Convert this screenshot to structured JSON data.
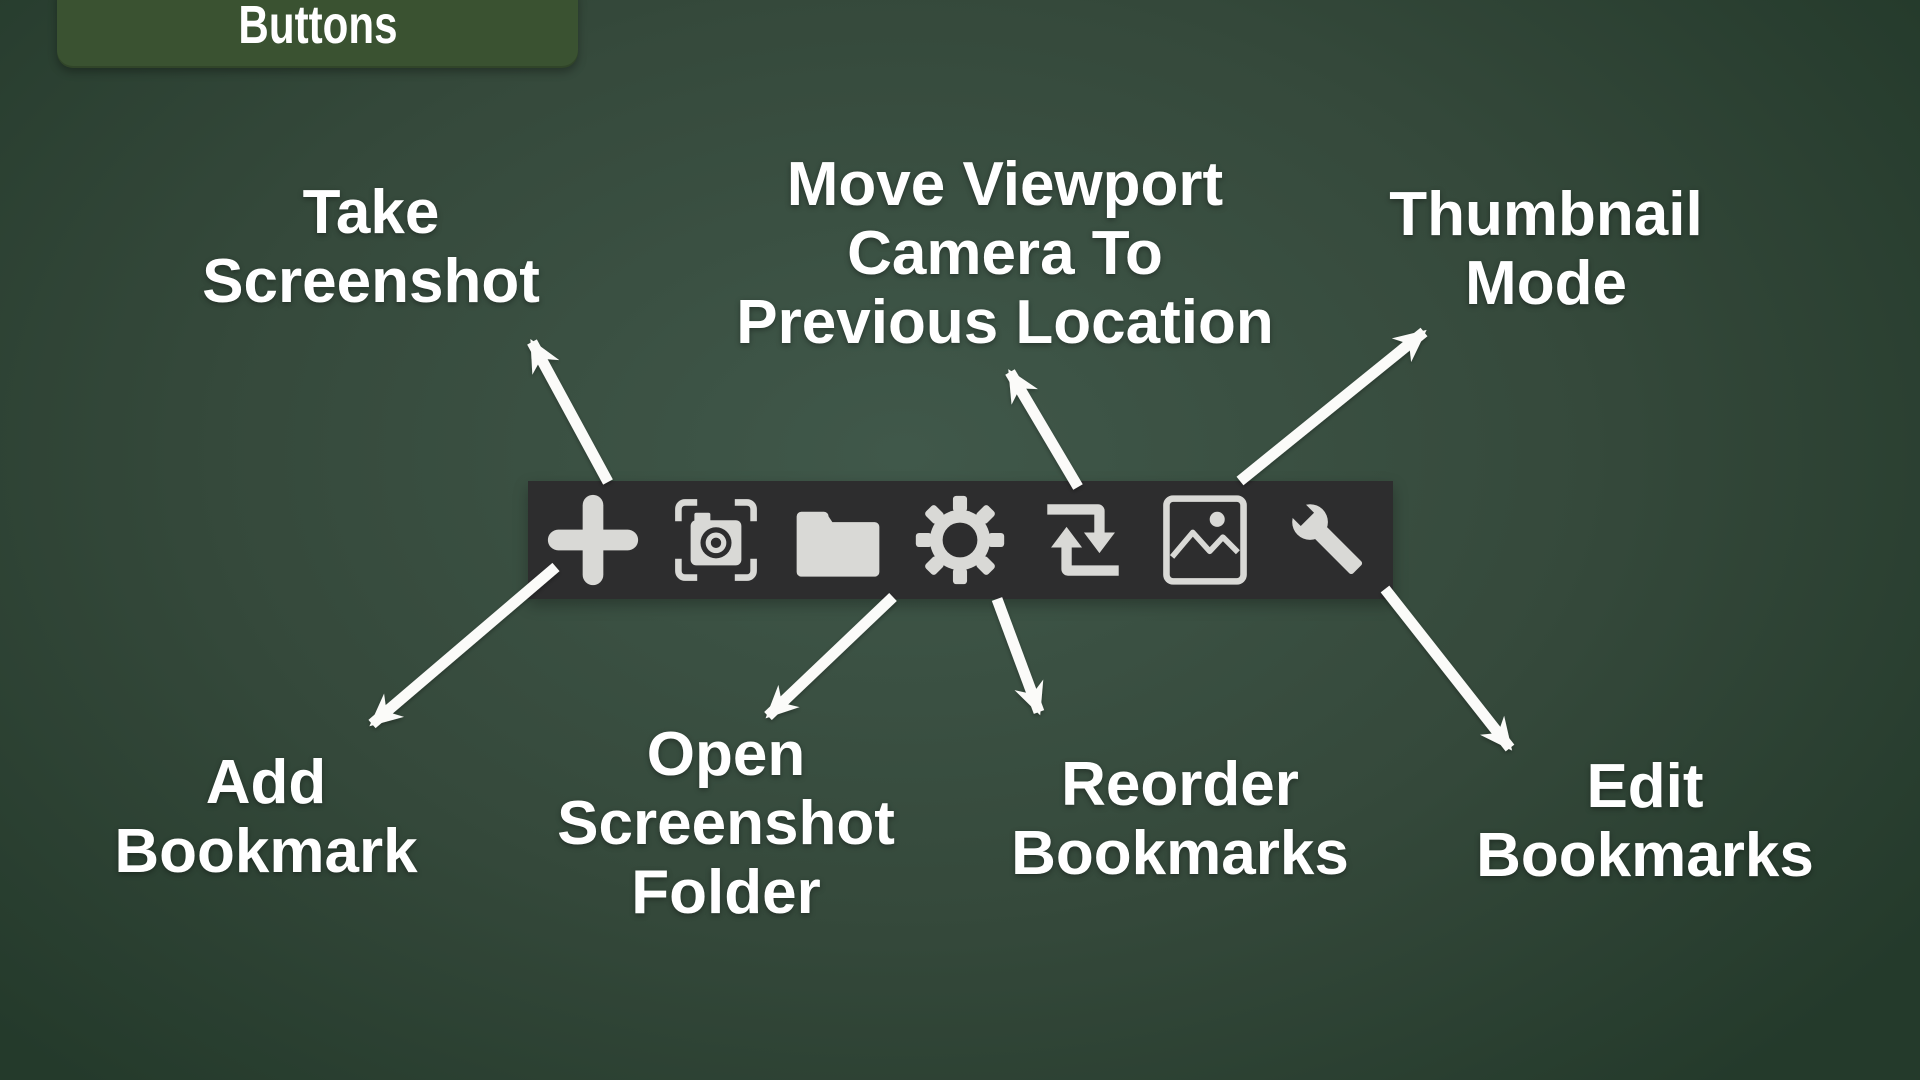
{
  "title_badge": {
    "label": "Buttons"
  },
  "theme": {
    "background_center": "#40584a",
    "background_mid": "#35493b",
    "background_edge": "#243a2b",
    "badge_green": "#3a5231",
    "toolbar_bg": "#2d2d2e",
    "icon_color": "#d9d9d6",
    "label_color": "#ffffff",
    "arrow_color": "#fbfbf9"
  },
  "toolbar": {
    "buttons": [
      {
        "name": "add-bookmark",
        "icon": "plus-icon"
      },
      {
        "name": "take-screenshot",
        "icon": "camera-icon"
      },
      {
        "name": "open-screenshot-folder",
        "icon": "folder-icon"
      },
      {
        "name": "reorder-bookmarks",
        "icon": "gear-icon"
      },
      {
        "name": "move-viewport-camera",
        "icon": "repeat-icon"
      },
      {
        "name": "thumbnail-mode",
        "icon": "image-icon"
      },
      {
        "name": "edit-bookmarks",
        "icon": "wrench-icon"
      }
    ]
  },
  "callouts": [
    {
      "id": "take-screenshot",
      "lines": [
        "Take",
        "Screenshot"
      ],
      "target": "take-screenshot-button"
    },
    {
      "id": "move-viewport",
      "lines": [
        "Move Viewport",
        "Camera To",
        "Previous Location"
      ],
      "target": "move-viewport-camera-button"
    },
    {
      "id": "thumbnail-mode",
      "lines": [
        "Thumbnail",
        "Mode"
      ],
      "target": "thumbnail-mode-button"
    },
    {
      "id": "add-bookmark",
      "lines": [
        "Add",
        "Bookmark"
      ],
      "target": "add-bookmark-button"
    },
    {
      "id": "open-screenshot-folder",
      "lines": [
        "Open",
        "Screenshot",
        "Folder"
      ],
      "target": "open-screenshot-folder-button"
    },
    {
      "id": "reorder-bookmarks",
      "lines": [
        "Reorder",
        "Bookmarks"
      ],
      "target": "reorder-bookmarks-button"
    },
    {
      "id": "edit-bookmarks",
      "lines": [
        "Edit",
        "Bookmarks"
      ],
      "target": "edit-bookmarks-button"
    }
  ]
}
